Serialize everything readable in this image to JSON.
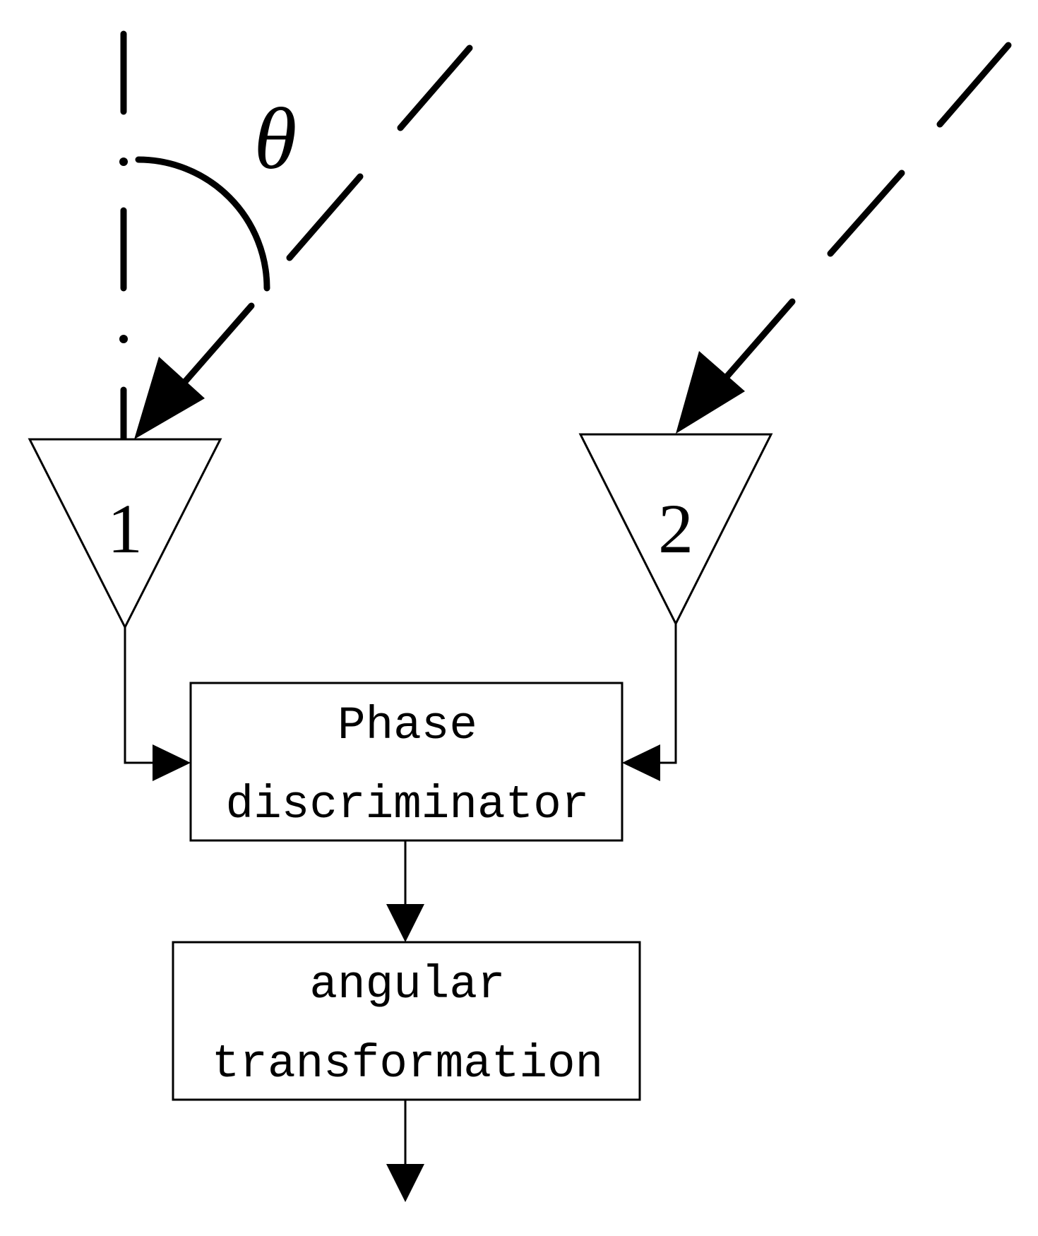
{
  "angle_label": "θ",
  "antennas": [
    {
      "label": "1"
    },
    {
      "label": "2"
    }
  ],
  "blocks": {
    "phase_discriminator": {
      "line1": "Phase",
      "line2": "discriminator"
    },
    "angular_transformation": {
      "line1": "angular",
      "line2": "transformation"
    }
  }
}
